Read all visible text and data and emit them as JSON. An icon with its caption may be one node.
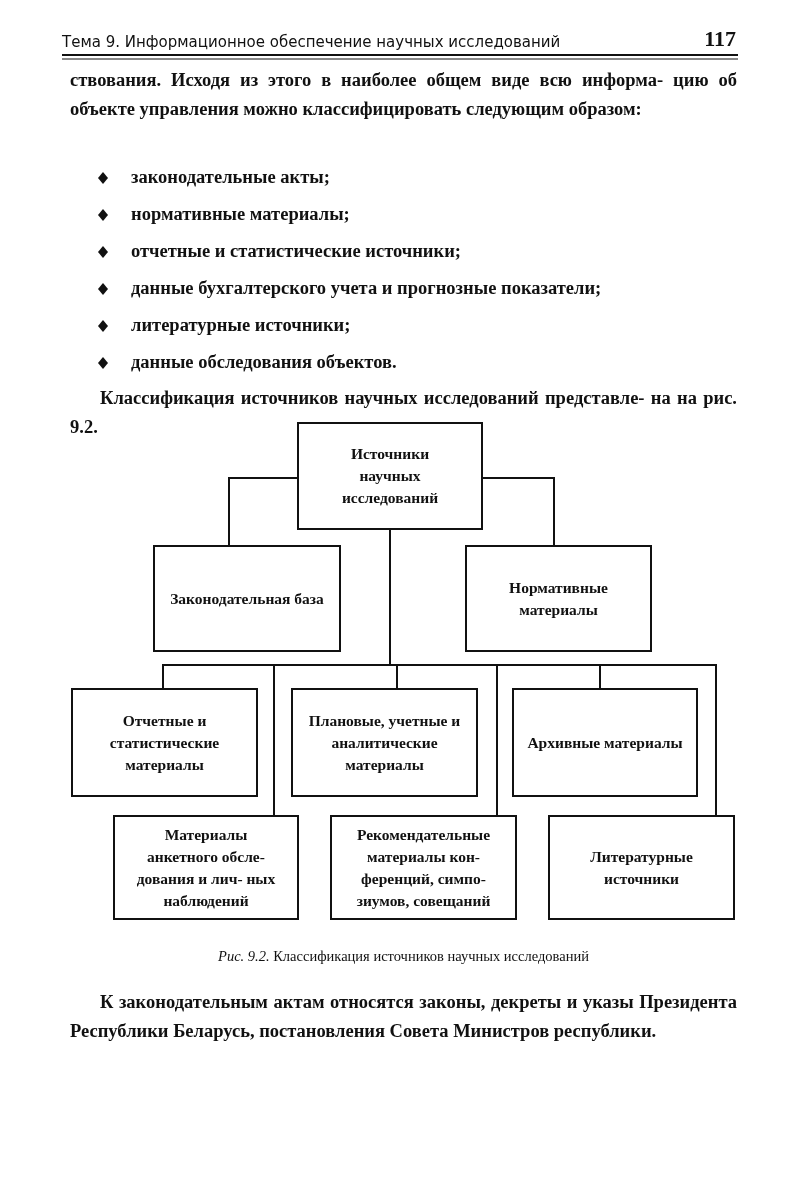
{
  "diagram": {
    "caption": "*Рис. 9.2.* Классификация источников научных исследований",
    "nodes": [
      {
        "text": [
          "Источники научных исследований"
        ]
      },
      {
        "text": [
          "Законодательная база"
        ]
      },
      {
        "text": [
          "Нормативные материалы"
        ]
      },
      {
        "text": [
          "Отчетные и статистические материалы"
        ]
      },
      {
        "text": [
          "Материалы анкетного обсле- дования и лич- ных наблюдений"
        ]
      },
      {
        "text": [
          "Плановые, учетные и аналитические материалы"
        ]
      },
      {
        "text": [
          "Рекомендательные материалы кон- ференций, симпо- зиумов, совещаний"
        ]
      },
      {
        "text": [
          "Архивные материалы"
        ]
      },
      {
        "text": [
          "Литературные источники"
        ]
      }
    ],
    "edges": [
      {
        "from": 0,
        "to": 1,
        "arrow": "none"
      },
      {
        "from": 0,
        "to": 2,
        "arrow": "none"
      },
      {
        "from": 0,
        "to": 3,
        "arrow": "none"
      },
      {
        "from": 0,
        "to": 4,
        "arrow": "none"
      },
      {
        "from": 0,
        "to": 5,
        "arrow": "none"
      },
      {
        "from": 0,
        "to": 6,
        "arrow": "none"
      },
      {
        "from": 0,
        "to": 7,
        "arrow": "none"
      },
      {
        "from": 0,
        "to": 8,
        "arrow": "none"
      }
    ],
    "labels": [
      "Тема 9. Информационное обеспечение научных исследований",
      "117",
      "ствования. Исходя из этого в наиболее общем виде всю информа- цию об объекте управления можно классифицировать следующим образом:",
      "законодательные акты;",
      "нормативные материалы;",
      "отчетные и статистические источники;",
      "данные бухгалтерского учета и прогнозные показатели;",
      "литературные источники;",
      "данные обследования объектов.",
      "Классификация источников научных исследований представле- на на рис. 9.2.",
      "К законодательным актам относятся законы, декреты и указы Президента Республики Беларусь, постановления Совета Министров республики."
    ]
  }
}
